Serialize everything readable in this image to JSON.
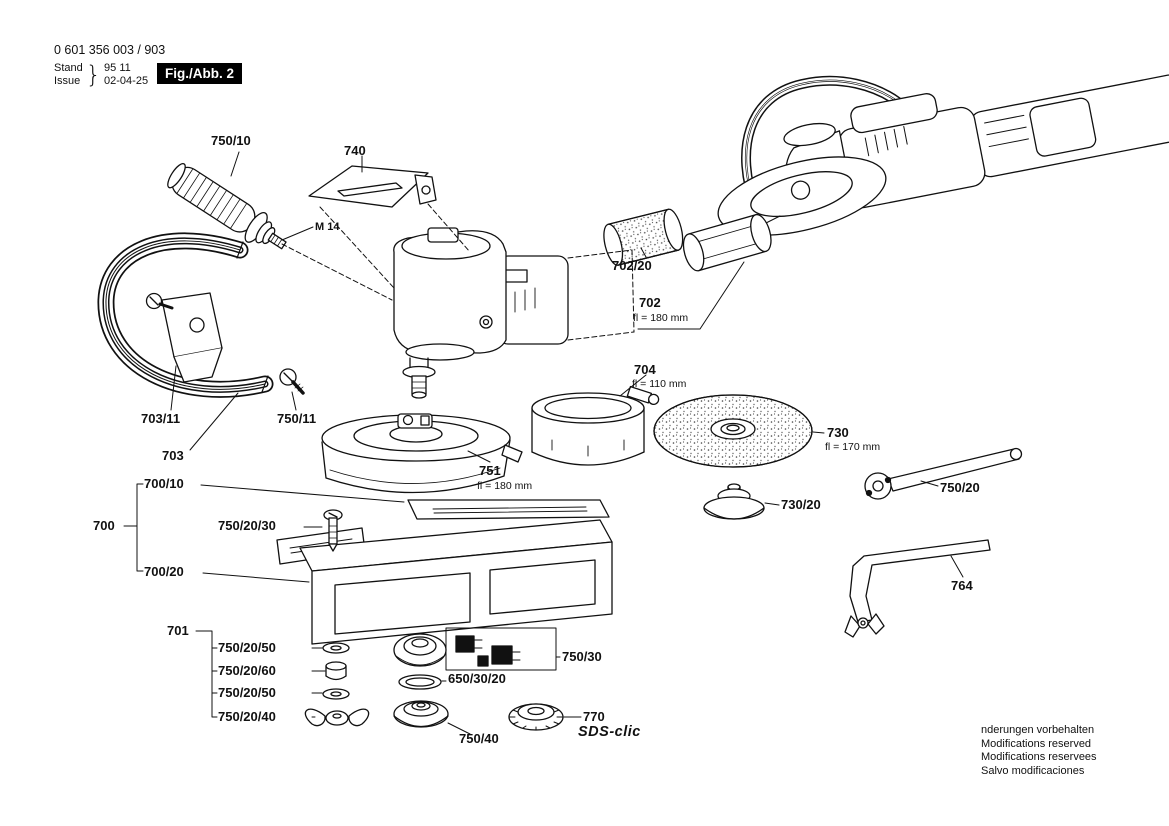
{
  "header": {
    "part_number": "0 601 356 003 / 903",
    "stand_label": "Stand",
    "issue_label": "Issue",
    "brace": "}",
    "stand_value": "95 11",
    "issue_value": "02-04-25",
    "figure_label": "Fig./Abb. 2"
  },
  "callouts": {
    "c750_10": "750/10",
    "c740": "740",
    "m14": "M 14",
    "c702_20": "702/20",
    "c702": "702",
    "c702_note": "fl = 180 mm",
    "c704": "704",
    "c704_note": "fl = 110 mm",
    "c703_11": "703/11",
    "c750_11": "750/11",
    "c703": "703",
    "c751": "751",
    "c751_note": "fl = 180 mm",
    "c730": "730",
    "c730_note": "fl = 170 mm",
    "c750_20": "750/20",
    "c700_10": "700/10",
    "c700": "700",
    "c750_20_30": "750/20/30",
    "c700_20": "700/20",
    "c730_20": "730/20",
    "c764": "764",
    "c701": "701",
    "c750_20_50a": "750/20/50",
    "c750_20_60": "750/20/60",
    "c750_20_50b": "750/20/50",
    "c750_20_40": "750/20/40",
    "c750_30": "750/30",
    "c650_30_20": "650/30/20",
    "c750_40": "750/40",
    "c770": "770",
    "sds_clic": "SDS-clic"
  },
  "footer": {
    "line1": "nderungen vorbehalten",
    "line2": "Modifications reserved",
    "line3": "Modifications reservees",
    "line4": "Salvo modificaciones"
  }
}
